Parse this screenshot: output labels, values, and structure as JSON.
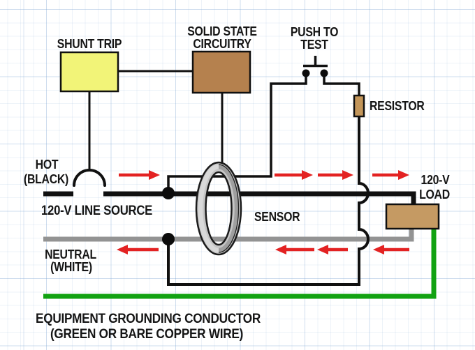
{
  "components": {
    "shunt_trip": {
      "label": "SHUNT TRIP"
    },
    "solid_state": {
      "label_line1": "SOLID STATE",
      "label_line2": "CIRCUITRY"
    },
    "push_to_test": {
      "label_line1": "PUSH TO",
      "label_line2": "TEST"
    },
    "resistor": {
      "label": "RESISTOR"
    },
    "hot": {
      "label_line1": "HOT",
      "label_line2": "(BLACK)"
    },
    "line_source": {
      "label": "120-V LINE SOURCE"
    },
    "sensor": {
      "label": "SENSOR"
    },
    "neutral": {
      "label_line1": "NEUTRAL",
      "label_line2": "(WHITE)"
    },
    "load": {
      "label_line1": "120-V",
      "label_line2": "LOAD"
    },
    "ground": {
      "label_line1": "EQUIPMENT GROUNDING CONDUCTOR",
      "label_line2": "(GREEN OR BARE COPPER WIRE)"
    }
  },
  "colors": {
    "hot_wire": "#101010",
    "neutral_wire": "#939393",
    "ground_wire": "#12a212",
    "test_wire": "#101010",
    "arrow": "#e32222",
    "shunt_trip_box": "#f2f478",
    "solid_state_box": "#b5814e",
    "load_box": "#c59a63",
    "resistor_box": "#c3965a",
    "sensor_ring": "#c6c6c6",
    "junction_dot": "#0c0c0c"
  }
}
